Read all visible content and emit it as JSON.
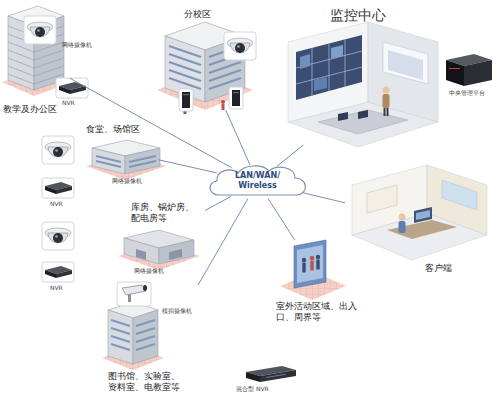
{
  "diagram": {
    "nodes": [
      {
        "text": [
          "分校区"
        ]
      },
      {
        "text": [
          "监控中心"
        ]
      },
      {
        "text": [
          "教学及办公区"
        ]
      },
      {
        "text": [
          "食堂、场馆区"
        ]
      },
      {
        "text": [
          "LAN/WAN/ Wireless"
        ]
      },
      {
        "text": [
          "库房、锅炉房、 配电房等"
        ]
      },
      {
        "text": [
          "室外活动区域、出入 口、周界等"
        ]
      },
      {
        "text": [
          "图书馆、实验室、 资料室、电教室等"
        ]
      },
      {
        "text": [
          "客户端"
        ]
      }
    ],
    "edges": [
      {
        "from": 0,
        "to": 4,
        "arrow": "none"
      },
      {
        "from": 4,
        "to": 1,
        "arrow": "none"
      },
      {
        "from": 2,
        "to": 4,
        "arrow": "none"
      },
      {
        "from": 3,
        "to": 4,
        "arrow": "none"
      },
      {
        "from": 5,
        "to": 4,
        "arrow": "none"
      },
      {
        "from": 6,
        "to": 4,
        "arrow": "none"
      },
      {
        "from": 7,
        "to": 4,
        "arrow": "none"
      },
      {
        "from": 4,
        "to": 8,
        "arrow": "none"
      }
    ],
    "labels": [
      "中央管理平台",
      "网络摄像机",
      "NVR",
      "网络摄像机",
      "NVR",
      "网络摄像机",
      "NVR",
      "模拟摄像机",
      "混合型 NVR"
    ]
  }
}
